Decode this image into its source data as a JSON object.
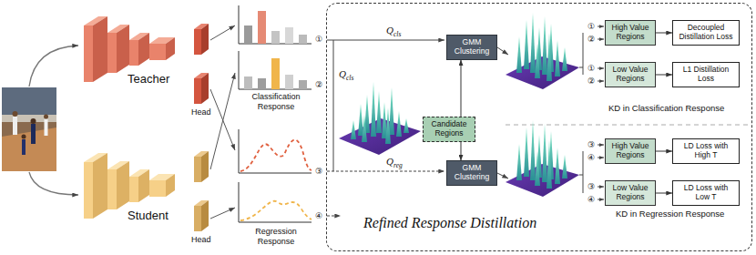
{
  "diagram": {
    "nodes": [
      {
        "text": [
          "Refined Response Distillation"
        ]
      },
      {
        "text": [
          "GMM Clustering"
        ],
        "in": 0
      },
      {
        "text": [
          "Candidate Regions"
        ],
        "in": 0
      },
      {
        "text": [
          "GMM Clustering"
        ],
        "in": 0
      },
      {
        "text": [
          "High Value Regions"
        ],
        "in": 0
      },
      {
        "text": [
          "Decoupled Distillation Loss"
        ],
        "in": 0
      },
      {
        "text": [
          "Low Value Regions"
        ],
        "in": 0
      },
      {
        "text": [
          "L1 Distillation Loss"
        ],
        "in": 0
      },
      {
        "text": [
          "High Value Regions"
        ],
        "in": 0
      },
      {
        "text": [
          "LD Loss with High T"
        ],
        "in": 0
      },
      {
        "text": [
          "Low Value Regions"
        ],
        "in": 0
      },
      {
        "text": [
          "LD Loss with Low T"
        ],
        "in": 0
      }
    ],
    "edges": [
      {
        "from": 2,
        "to": 1,
        "arrow": "to"
      },
      {
        "from": 2,
        "to": 3,
        "arrow": "to"
      },
      {
        "from": 4,
        "to": 5,
        "arrow": "to"
      },
      {
        "from": 6,
        "to": 7,
        "arrow": "to"
      },
      {
        "from": 8,
        "to": 9,
        "arrow": "to"
      },
      {
        "from": 10,
        "to": 11,
        "arrow": "to"
      }
    ],
    "labels": [
      "Teacher",
      "Student",
      "Head",
      "Head",
      "①",
      "②",
      "Classification Response",
      "③",
      "④",
      "Regression Response",
      "Q",
      "cls",
      "Q",
      "cls",
      "Q",
      "reg",
      "①",
      "②",
      "①",
      "②",
      "③",
      "④",
      "③",
      "④",
      "KD in Classification Response",
      "KD in Regression Response"
    ]
  }
}
